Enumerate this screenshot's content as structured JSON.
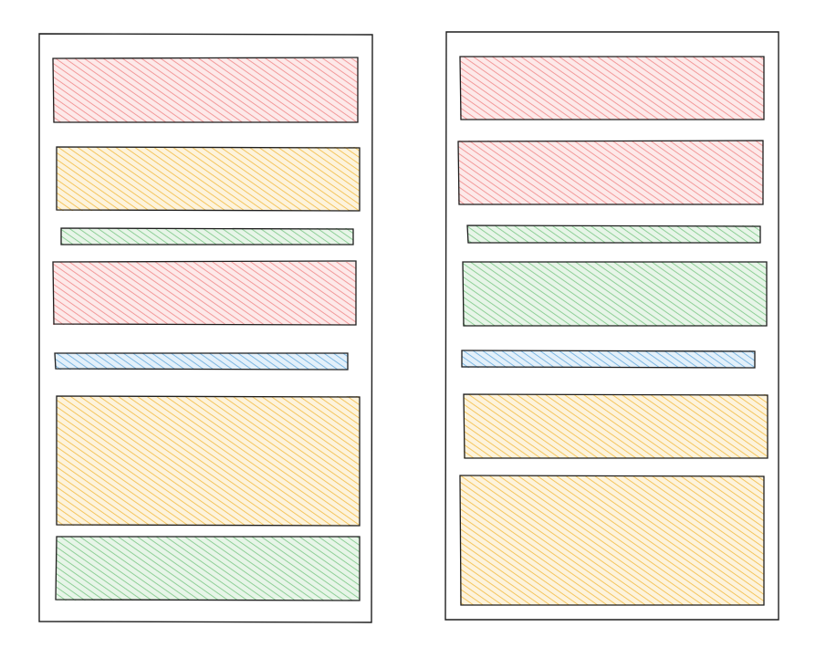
{
  "colors": {
    "red": "#f4a9a9",
    "yellow": "#f6cf74",
    "green": "#9fd7a6",
    "blue": "#8cc1e6",
    "outline": "#1e1e1e"
  },
  "wireframes": [
    {
      "name": "wireframe-left",
      "blocks": [
        {
          "color": "red"
        },
        {
          "color": "yellow"
        },
        {
          "color": "green"
        },
        {
          "color": "red"
        },
        {
          "color": "blue"
        },
        {
          "color": "yellow"
        },
        {
          "color": "green"
        }
      ]
    },
    {
      "name": "wireframe-right",
      "blocks": [
        {
          "color": "red"
        },
        {
          "color": "red"
        },
        {
          "color": "green"
        },
        {
          "color": "green"
        },
        {
          "color": "blue"
        },
        {
          "color": "yellow"
        },
        {
          "color": "yellow"
        }
      ]
    }
  ]
}
